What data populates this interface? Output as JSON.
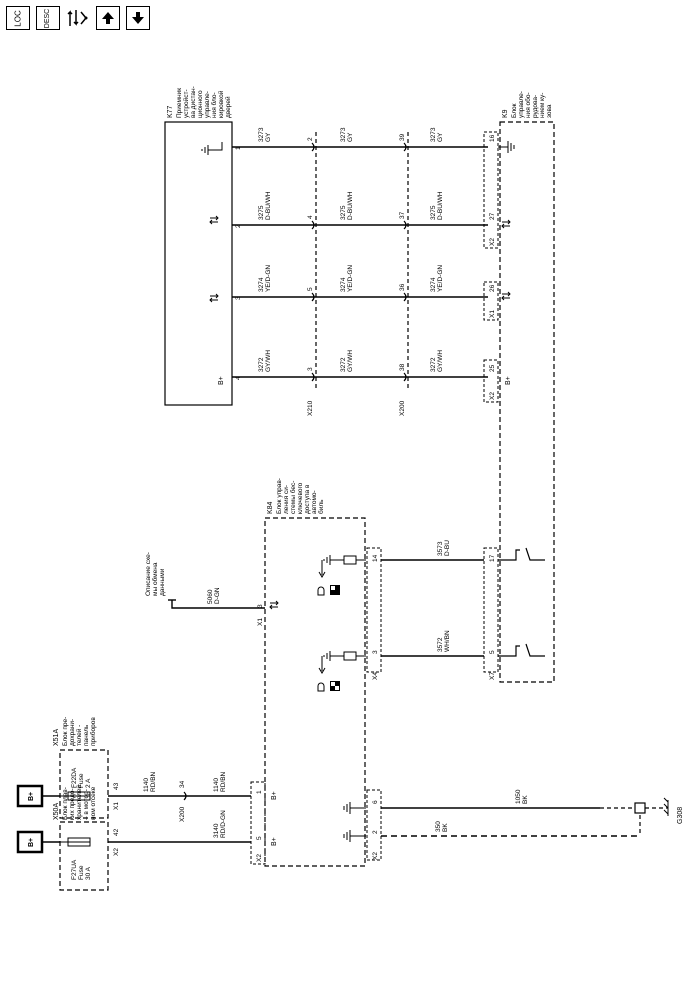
{
  "toolbar": {
    "loc_label": "LOC",
    "desc_label": "DESC",
    "icons": [
      "loc-icon",
      "desc-icon",
      "connector-flow-icon",
      "arrow-up-icon",
      "arrow-down-icon"
    ]
  },
  "modules": {
    "k77": {
      "id": "K77",
      "lines": [
        "Приемник",
        "устройст-",
        "ва дистан-",
        "ционного",
        "управле-",
        "ния бло-",
        "кировкой",
        "дверей"
      ]
    },
    "k9": {
      "id": "K9",
      "lines": [
        "Блок",
        "управле-",
        "ния обо-",
        "рудова-",
        "нием ку-",
        "зова"
      ]
    },
    "k84": {
      "id": "K84",
      "lines": [
        "Блок управ-",
        "ления си-",
        "стемы бес-",
        "ключевого",
        "доступа в",
        "автомо-",
        "биль"
      ]
    },
    "x51a": {
      "id": "X51A",
      "lines": [
        "Блок пре-",
        "дохрани-",
        "телей -",
        "панель",
        "приборов"
      ]
    },
    "x50a": {
      "id": "X50A",
      "lines": [
        "Блок плав-",
        "ких предо-",
        "хранителей",
        "– в мотор-",
        "ном отсеке"
      ]
    },
    "serial": {
      "lines": [
        "Описание схе-",
        "мы обмена",
        "данными"
      ]
    }
  },
  "wires": {
    "w3273": {
      "num": "3273",
      "color": "GY"
    },
    "w3275": {
      "num": "3275",
      "color": "D-BU/WH"
    },
    "w3274": {
      "num": "3274",
      "color": "YE/D-GN"
    },
    "w3272": {
      "num": "3272",
      "color": "GY/WH"
    },
    "w5060": {
      "num": "5060",
      "color": "D-GN"
    },
    "w3573": {
      "num": "3573",
      "color": "D-BU"
    },
    "w3572": {
      "num": "3572",
      "color": "WH/BN"
    },
    "w1140": {
      "num": "1140",
      "color": "RD/BN"
    },
    "w3140": {
      "num": "3140",
      "color": "RD/D-GN"
    },
    "w1050": {
      "num": "1050",
      "color": "BK"
    },
    "w350": {
      "num": "350",
      "color": "BK"
    }
  },
  "pins": {
    "k77": [
      "1",
      "2",
      "3",
      "4"
    ],
    "x210": [
      "2",
      "4",
      "5",
      "3"
    ],
    "x200": [
      "39",
      "37",
      "36",
      "38",
      "34"
    ],
    "k9": [
      "16",
      "27",
      "26",
      "25"
    ],
    "k84_x1": "3",
    "k84_x4": [
      "14",
      "3"
    ],
    "k84_x7": [
      "17",
      "5"
    ],
    "k84_x2": [
      "1",
      "5",
      "6",
      "2"
    ],
    "x51a_x1": "43",
    "x50a_x2": "42"
  },
  "connectors": {
    "x210": "X210",
    "x200": "X200",
    "x1": "X1",
    "x2": "X2",
    "x4": "X4",
    "x7": "X7"
  },
  "fuses": {
    "f22da": {
      "name": "F22DA",
      "type": "Fuse",
      "rating": "2 A"
    },
    "f27ua": {
      "name": "F27UA",
      "type": "Fuse",
      "rating": "30 A"
    }
  },
  "labels": {
    "bplus": "B+",
    "ground": "G308"
  }
}
